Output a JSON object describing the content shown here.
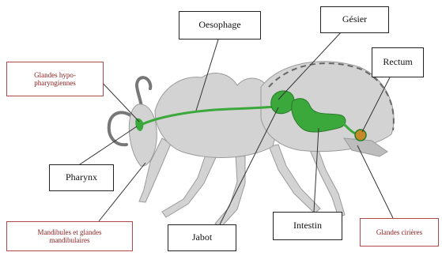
{
  "labels": {
    "oesophage": "Oesophage",
    "gesier": "Gésier",
    "rectum": "Rectum",
    "glandes_hypopharyngiennes": "Glandes hypo-\npharyngiennes",
    "pharynx": "Pharynx",
    "mandibules": "Mandibules et glandes\nmandibulaires",
    "jabot": "Jabot",
    "intestin": "Intestin",
    "glandes_cirieres": "Glandes cirières"
  },
  "colors": {
    "body": "#d3d3d3",
    "body_outline": "#9a9a9a",
    "digestive_tract": "#3aa83a",
    "digestive_tract_dark": "#2a7a2a",
    "rectum": "#c48a2a",
    "label_border_dark": "#222222",
    "label_border_red": "#b04a4a",
    "label_text_red": "#8a1a1a",
    "leader_line": "#333333"
  }
}
